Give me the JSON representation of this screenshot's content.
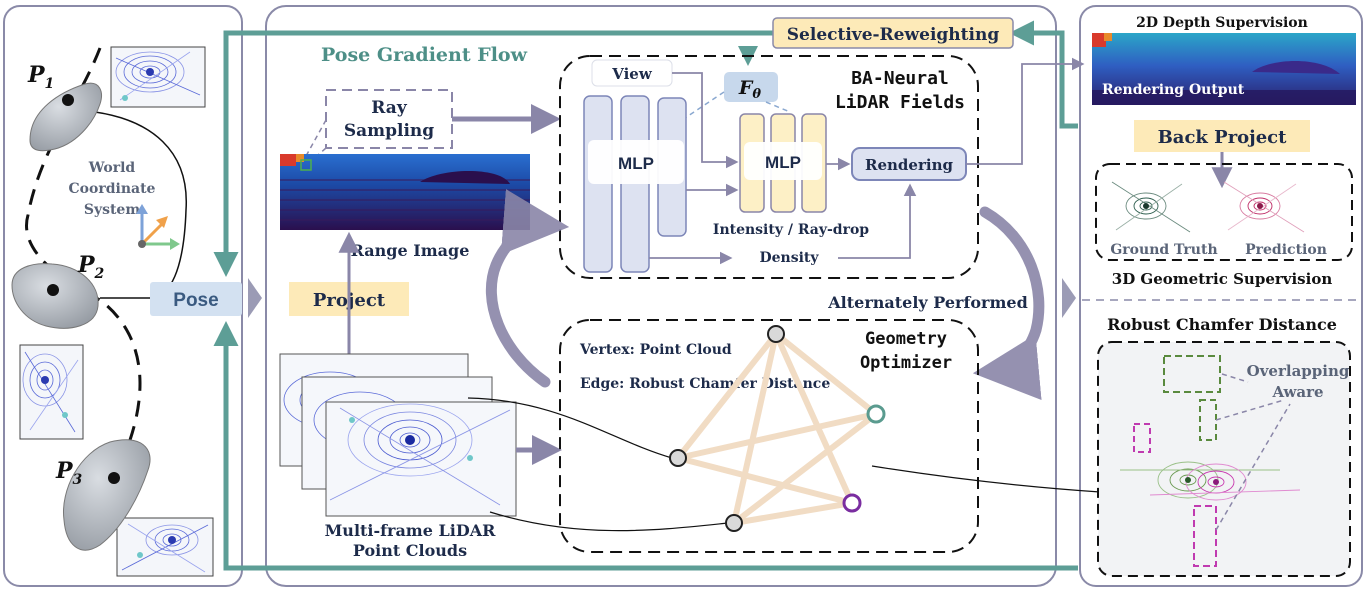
{
  "panels": {
    "left": {
      "cars": [
        {
          "label_main": "P",
          "label_sub": "1"
        },
        {
          "label_main": "P",
          "label_sub": "2"
        },
        {
          "label_main": "P",
          "label_sub": "3"
        }
      ],
      "world_coordinate_lines": [
        "World",
        "Coordinate",
        "System"
      ],
      "pose_label": "Pose"
    },
    "middle": {
      "pose_gradient_flow": "Pose Gradient Flow",
      "ray_sampling_lines": [
        "Ray",
        "Sampling"
      ],
      "range_image": "Range Image",
      "project": "Project",
      "multi_frame_lines": [
        "Multi-frame LiDAR",
        "Point Clouds"
      ],
      "view": "View",
      "f_theta_main": "F",
      "f_theta_sub": "θ",
      "ba_neural_lines": [
        "BA-Neural",
        "LiDAR Fields"
      ],
      "mlp_1": "MLP",
      "mlp_2": "MLP",
      "rendering": "Rendering",
      "intensity": "Intensity / Ray-drop",
      "density": "Density",
      "alternately_performed": "Alternately Performed",
      "vertex": "Vertex: Point Cloud",
      "edge": "Edge: Robust Chamfer Distance",
      "geometry_optimizer_lines": [
        "Geometry",
        "Optimizer"
      ],
      "selective_reweighting": "Selective-Reweighting"
    },
    "right": {
      "depth_supervision": "2D Depth Supervision",
      "rendering_output": "Rendering Output",
      "back_project": "Back Project",
      "ground_truth": "Ground Truth",
      "prediction": "Prediction",
      "geometric_supervision": "3D Geometric Supervision",
      "robust_chamfer": "Robust Chamfer Distance",
      "overlapping_lines": [
        "Overlapping",
        "Aware"
      ]
    }
  },
  "colors": {
    "teal_arrow": "#5d9e96",
    "panel_border": "#8a8aa8",
    "mlp_fill": "#dde2f1",
    "mlp_yellow": "#fdf0c6",
    "label_yellow": "#fdeab8",
    "pose_blue": "#d3e1f1",
    "gray_arrow": "#8a86a8",
    "title_teal": "#4d8f87",
    "text_dark": "#1d2b4a",
    "graph_edge": "#f1dcc4",
    "node_teal": "#5a9b8f",
    "node_purple": "#7a2da0"
  }
}
